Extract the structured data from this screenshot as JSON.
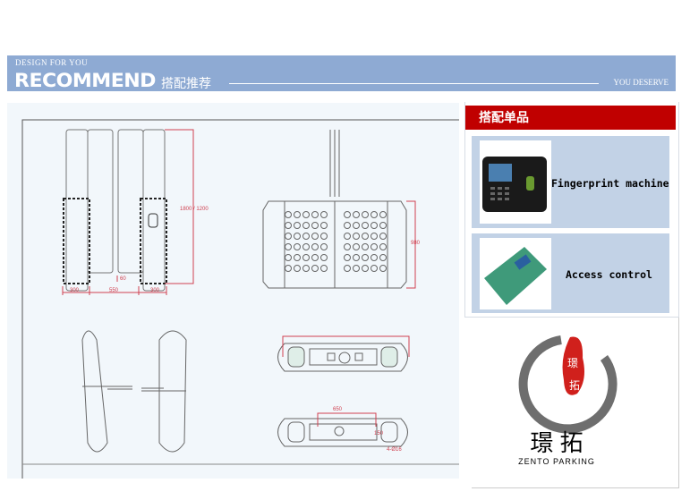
{
  "banner": {
    "small_title": "DESIGN FOR YOU",
    "big_title": "RECOMMEND",
    "chinese_title": "搭配推荐",
    "right_text": "YOU DESERVE"
  },
  "drawing": {
    "dimensions": {
      "height": "1800 / 1200",
      "gap_60": "60",
      "width_left": "300",
      "width_middle": "550",
      "width_right": "300",
      "depth": "980",
      "base_650": "650",
      "base_150": "150",
      "holes": "4-Ø16"
    }
  },
  "sidebar": {
    "title": "搭配单品",
    "products": [
      {
        "label": "Fingerprint machine",
        "icon": "fingerprint-machine-image"
      },
      {
        "label": "Access control",
        "icon": "access-control-board-image"
      }
    ]
  },
  "logo": {
    "seal_text": "璟拓",
    "cn_name": "璟 拓",
    "en_name": "ZENTO PARKING"
  },
  "colors": {
    "banner": "#8eaad3",
    "sidebar_title": "#c00000",
    "card": "#c2d2e6",
    "dimension": "#d04050"
  }
}
